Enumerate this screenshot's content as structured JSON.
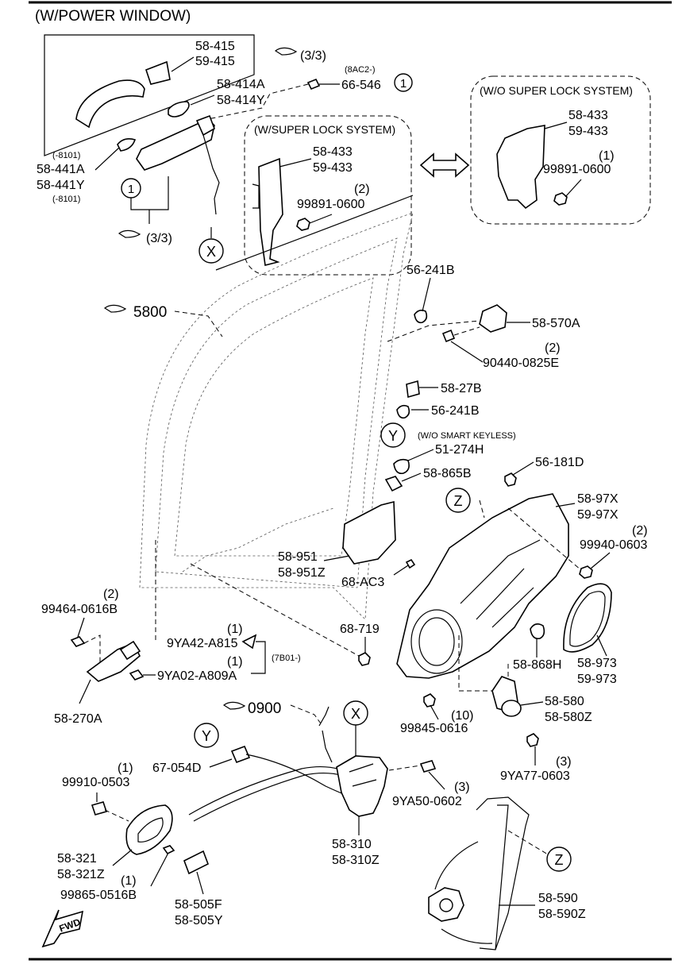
{
  "title": "(W/POWER WINDOW)",
  "boxes": {
    "super_lock": "(W/SUPER LOCK SYSTEM)",
    "no_super_lock": "(W/O SUPER LOCK SYSTEM)",
    "no_smart_keyless": "(W/O SMART KEYLESS)"
  },
  "refs": {
    "r33a": "(3/3)",
    "r33b": "(3/3)",
    "r5800": "5800",
    "r0900": "0900"
  },
  "markers": {
    "x1": "X",
    "x2": "X",
    "y1": "Y",
    "y2": "Y",
    "z1": "Z",
    "z2": "Z",
    "one1": "1",
    "one2": "1"
  },
  "parts": {
    "p58_415": "58-415",
    "p59_415": "59-415",
    "p58_414A": "58-414A",
    "p58_414Y": "58-414Y",
    "p8AC2": "(8AC2-)",
    "p66_546": "66-546",
    "p8101a": "(-8101)",
    "p58_441A": "58-441A",
    "p58_441Y": "58-441Y",
    "p8101b": "(-8101)",
    "p58_433a": "58-433",
    "p59_433a": "59-433",
    "q2a": "(2)",
    "p99891a": "99891-0600",
    "p58_433b": "58-433",
    "p59_433b": "59-433",
    "q1a": "(1)",
    "p99891b": "99891-0600",
    "p56_241Ba": "56-241B",
    "p58_570A": "58-570A",
    "q2b": "(2)",
    "p90440": "90440-0825E",
    "p58_27B": "58-27B",
    "p56_241Bb": "56-241B",
    "p51_274H": "51-274H",
    "p58_865B": "58-865B",
    "p56_181D": "56-181D",
    "p58_97X": "58-97X",
    "p59_97X": "59-97X",
    "q2c": "(2)",
    "p99940": "99940-0603",
    "p58_951": "58-951",
    "p58_951Z": "58-951Z",
    "p68_AC3": "68-AC3",
    "q2d": "(2)",
    "p99464": "99464-0616B",
    "q1b": "(1)",
    "p9YA42": "9YA42-A815",
    "q1c": "(1)",
    "p9YA02": "9YA02-A809A",
    "p7B01": "(7B01-)",
    "p68_719": "68-719",
    "p58_868H": "58-868H",
    "p58_973": "58-973",
    "p59_973": "59-973",
    "p58_270A": "58-270A",
    "q10": "(10)",
    "p99845": "99845-0616",
    "p58_580": "58-580",
    "p58_580Z": "58-580Z",
    "p67_054D": "67-054D",
    "q1d": "(1)",
    "p99910": "99910-0503",
    "q3a": "(3)",
    "p9YA50": "9YA50-0602",
    "q3b": "(3)",
    "p9YA77": "9YA77-0603",
    "p58_310": "58-310",
    "p58_310Z": "58-310Z",
    "p58_321": "58-321",
    "p58_321Z": "58-321Z",
    "q1e": "(1)",
    "p99865": "99865-0516B",
    "p58_505F": "58-505F",
    "p58_505Y": "58-505Y",
    "p58_590": "58-590",
    "p58_590Z": "58-590Z",
    "fwd": "FWD"
  }
}
